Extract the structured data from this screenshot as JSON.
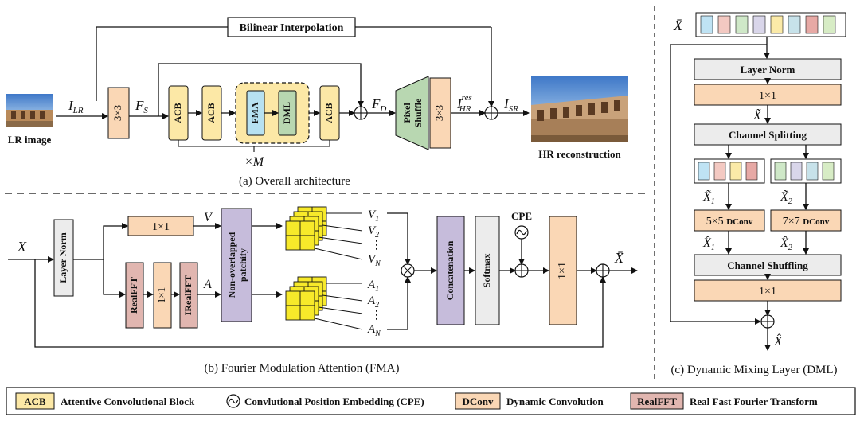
{
  "overall": {
    "bilinear": "Bilinear Interpolation",
    "i_lr": "I",
    "i_lr_sub": "LR",
    "conv3": "3×3",
    "f_s": "F",
    "f_s_sub": "S",
    "acb": "ACB",
    "fma": "FMA",
    "dml": "DML",
    "f_d": "F",
    "f_d_sub": "D",
    "pixel": "Pixel",
    "shuffle": "Shuffle",
    "i_res": "I",
    "i_res_sup": "res",
    "i_res_sub": "HR",
    "i_sr": "I",
    "i_sr_sub": "SR",
    "lr_image": "LR image",
    "hr_recon": "HR reconstruction",
    "times_m": "×M",
    "caption": "(a) Overall architecture"
  },
  "fma": {
    "x": "X",
    "layer_norm": "Layer Norm",
    "conv1": "1×1",
    "v": "V",
    "a": "A",
    "realfft": "RealFFT",
    "irealfft": "IRealFFT",
    "patchify_1": "Non-overlapped",
    "patchify_2": "patchify",
    "v1": "V",
    "v1_sub": "1",
    "v2": "V",
    "v2_sub": "2",
    "vn": "V",
    "vn_sub": "N",
    "a1": "A",
    "a1_sub": "1",
    "a2": "A",
    "a2_sub": "2",
    "an": "A",
    "an_sub": "N",
    "dots": "⋮",
    "concat": "Concatenation",
    "softmax": "Softmax",
    "cpe": "CPE",
    "out": "X̄",
    "caption": "(b) Fourier Modulation Attention (FMA)"
  },
  "dml": {
    "x_bar": "X̄",
    "layer_norm": "Layer Norm",
    "conv1a": "1×1",
    "x_tilde": "X̃",
    "split": "Channel Splitting",
    "x1_tilde": "X̃",
    "x1_sub": "1",
    "x2_tilde": "X̃",
    "x2_sub": "2",
    "dconv5": "5×5",
    "dconv7": "7×7",
    "dconv_word": "DConv",
    "x1_hat": "X̂",
    "x2_hat": "X̂",
    "shuffle": "Channel Shuffling",
    "conv1b": "1×1",
    "out": "X̂",
    "caption": "(c) Dynamic Mixing Layer (DML)"
  },
  "legend": {
    "acb_tag": "ACB",
    "acb_text": "Attentive Convolutional Block",
    "cpe_text": "Convlutional Position Embedding (CPE)",
    "dconv_tag": "DConv",
    "dconv_text": "Dynamic Convolution",
    "fft_tag": "RealFFT",
    "fft_text": "Real Fast Fourier Transform"
  },
  "colors": {
    "peach": "#fad7b5",
    "yellow": "#fce8a6",
    "blue": "#b7e1f1",
    "green": "#b8d7b1",
    "purple": "#c6bcdb",
    "pink": "#e1b6b0",
    "gray": "#ececec",
    "cube": "#f7e92a"
  }
}
